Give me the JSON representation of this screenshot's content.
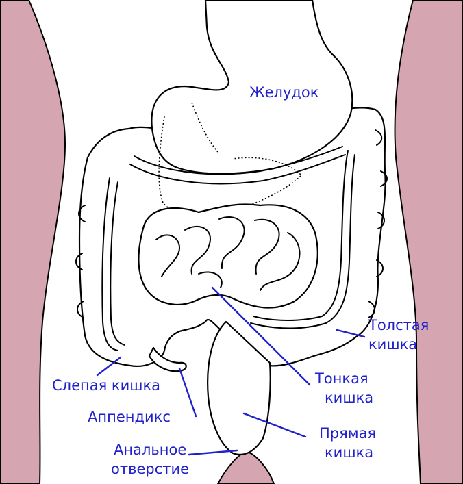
{
  "colors": {
    "skin": "#d5a6b1",
    "label": "#2020cc",
    "stroke": "#000000",
    "background": "#ffffff"
  },
  "labels": {
    "stomach": "Желудок",
    "large_intestine": [
      "Толстая",
      "кишка"
    ],
    "small_intestine": [
      "Тонкая",
      "кишка"
    ],
    "rectum": [
      "Прямая",
      "кишка"
    ],
    "caecum": "Слепая кишка",
    "appendix": "Аппендикс",
    "anus": [
      "Анальное",
      "отверстие"
    ]
  }
}
